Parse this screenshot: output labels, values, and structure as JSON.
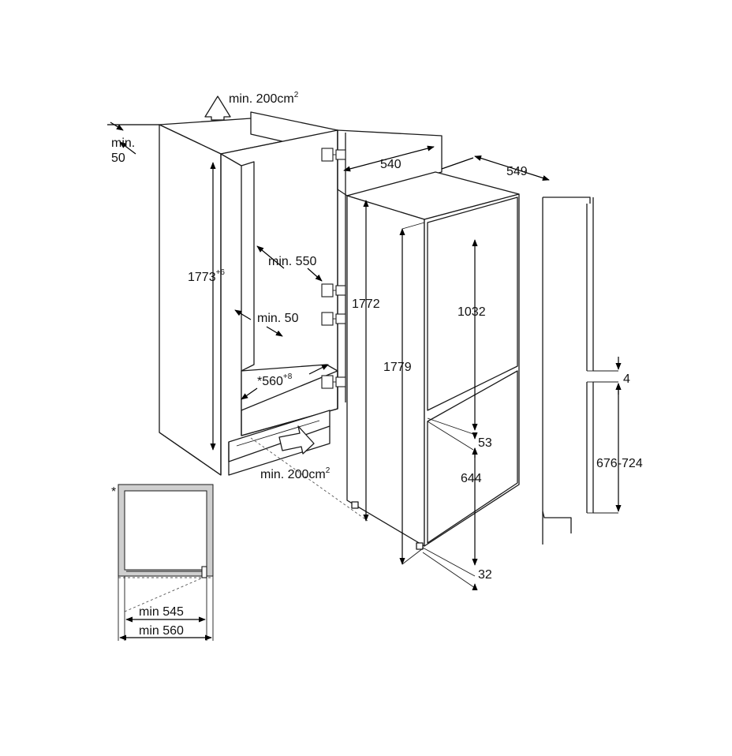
{
  "labels": {
    "vent_top": "min. 200cm",
    "vent_top_sup": "2",
    "rear_gap_line1": "min.",
    "rear_gap_line2": "50",
    "niche_height": "1773",
    "niche_height_sup": "+6",
    "depth_min": "min. 550",
    "side_gap": "min. 50",
    "niche_width": "*560",
    "niche_width_sup": "+8",
    "vent_bottom": "min. 200cm",
    "vent_bottom_sup": "2",
    "appliance_width": "540",
    "appliance_depth": "549",
    "appliance_height": "1772",
    "appliance_total_height": "1779",
    "upper_door": "1032",
    "door_gap": "53",
    "lower_door": "644",
    "bottom_gap": "32",
    "door_panel_gap": "4",
    "door_panel_range": "676-724",
    "plan_asterisk": "*",
    "plan_min_inner": "min 545",
    "plan_min_outer": "min 560"
  }
}
